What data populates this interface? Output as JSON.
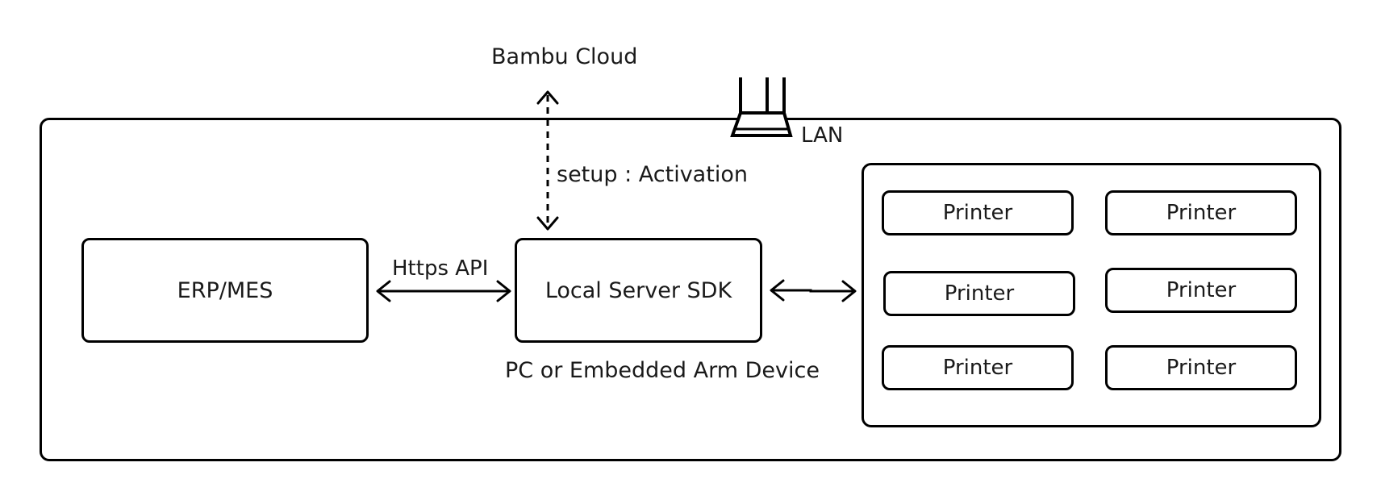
{
  "diagram": {
    "cloud_label": "Bambu Cloud",
    "activation_label": "setup : Activation",
    "lan_label": "LAN",
    "erp_label": "ERP/MES",
    "https_label": "Https API",
    "sdk_label": "Local Server SDK",
    "device_label": "PC or Embedded Arm Device",
    "printers": [
      "Printer",
      "Printer",
      "Printer",
      "Printer",
      "Printer",
      "Printer"
    ]
  },
  "colors": {
    "stroke": "#000000",
    "text": "#1a1a1a",
    "background": "#ffffff"
  },
  "icons": {
    "lan": "router-icon"
  }
}
